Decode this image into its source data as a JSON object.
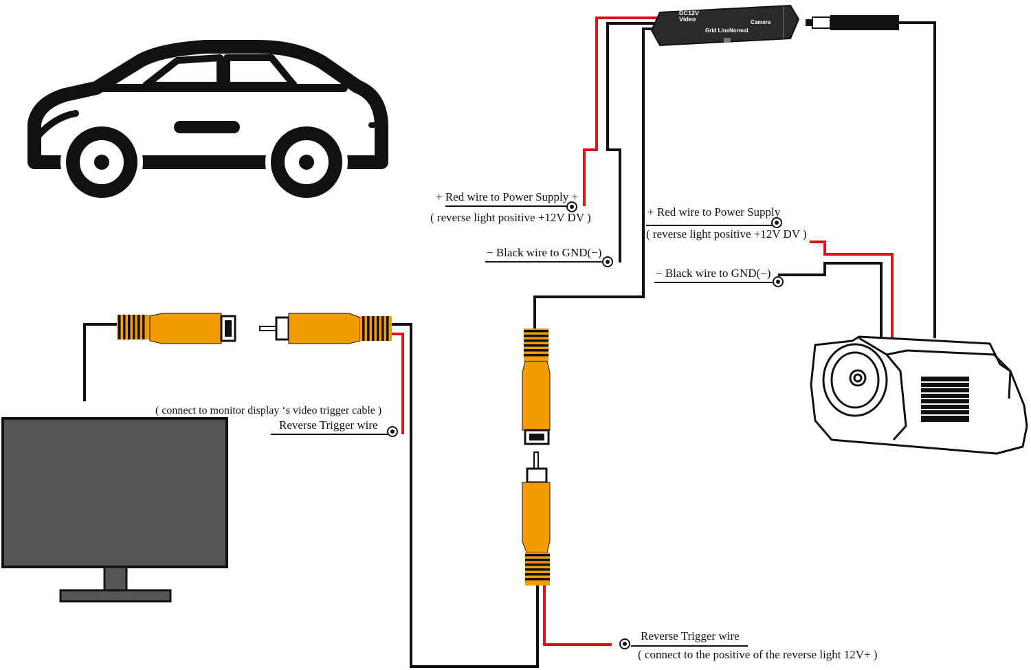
{
  "module": {
    "dc12v": "DC12V",
    "video": "Video",
    "camera": "Camera",
    "grid_line": "Grid Line",
    "normal": "Normal"
  },
  "labels": {
    "top_red_power": "+ Red wire to Power Supply +",
    "top_reverse_positive": "( reverse light positive  +12V DV )",
    "top_black_gnd": "− Black wire to GND(−)",
    "cam_red_power": "+ Red wire to Power Supply",
    "cam_reverse_positive": "( reverse light positive  +12V DV )",
    "cam_black_gnd": "− Black wire to GND(−)",
    "monitor_trigger_note": "( connect to monitor display ‘s video trigger cable )",
    "monitor_trigger_wire": "Reverse Trigger wire",
    "bottom_trigger_wire": "Reverse Trigger wire",
    "bottom_trigger_note": "( connect to the positive of the reverse light 12V+ )"
  },
  "colors": {
    "wire_black": "#111111",
    "wire_red": "#d9141b",
    "connector_orange": "#f39c00",
    "monitor_screen": "#555558",
    "module_body": "#2a2a2a"
  },
  "icons": {
    "car": "car-icon",
    "monitor": "monitor-icon",
    "camera": "camera-icon",
    "module": "control-box-icon",
    "connector": "rca-connector-icon"
  }
}
